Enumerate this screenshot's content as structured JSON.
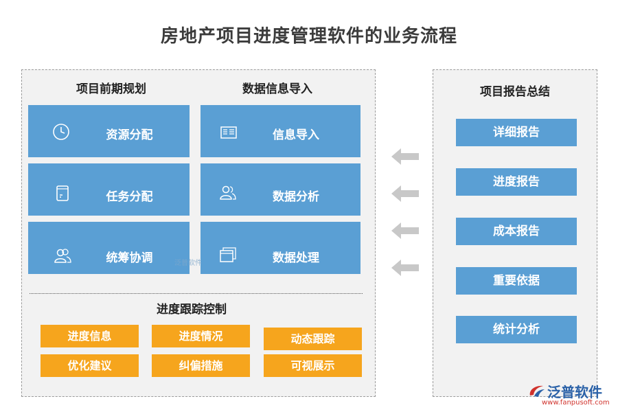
{
  "title": "房地产项目进度管理软件的业务流程",
  "planning": {
    "heading": "项目前期规划",
    "items": [
      {
        "label": "资源分配",
        "icon": "clock-icon"
      },
      {
        "label": "任务分配",
        "icon": "document-icon"
      },
      {
        "label": "统筹协调",
        "icon": "users-icon"
      }
    ]
  },
  "import": {
    "heading": "数据信息导入",
    "items": [
      {
        "label": "信息导入",
        "icon": "form-icon"
      },
      {
        "label": "数据分析",
        "icon": "user-group-icon"
      },
      {
        "label": "数据处理",
        "icon": "windows-icon"
      }
    ]
  },
  "tracking": {
    "heading": "进度跟踪控制",
    "items": [
      "进度信息",
      "进度情况",
      "动态跟踪",
      "优化建议",
      "纠偏措施",
      "可视展示"
    ]
  },
  "report": {
    "heading": "项目报告总结",
    "items": [
      "详细报告",
      "进度报告",
      "成本报告",
      "重要依据",
      "统计分析"
    ]
  },
  "watermark": "泛普软件",
  "logo": {
    "name": "泛普软件",
    "url": "www.fanpusoft.com"
  },
  "colors": {
    "card_blue": "#5a9fd4",
    "tracking_orange": "#f6a51d",
    "panel_bg": "#f2f2f2",
    "arrow_gray": "#c8c8c8"
  }
}
